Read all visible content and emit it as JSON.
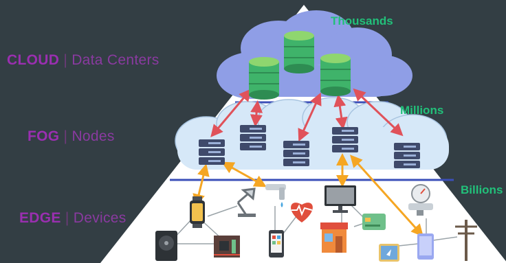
{
  "tiers": {
    "cloud": {
      "name": "CLOUD",
      "separator": "|",
      "desc": "Data Centers",
      "count": "Thousands"
    },
    "fog": {
      "name": "FOG",
      "separator": "|",
      "desc": "Nodes",
      "count": "Millions"
    },
    "edge": {
      "name": "EDGE",
      "separator": "|",
      "desc": "Devices",
      "count": "Billions"
    }
  },
  "colors": {
    "background": "#333e44",
    "pyramid": "#ffffff",
    "tier_divider": "#3b4fb8",
    "cloud_fill": "#8f9ee6",
    "fog_fill": "#d6e8f8",
    "database": "#3fb36a",
    "label_purple": "#9a2fb0",
    "count_green": "#22c07a",
    "cloud_fog_arrow": "#e0525a",
    "fog_edge_arrow": "#f5a623",
    "device_link": "#9aa3a8"
  },
  "icons": {
    "databases": [
      "database-icon",
      "database-icon",
      "database-icon"
    ],
    "servers": [
      "server-icon",
      "server-icon",
      "server-icon",
      "server-icon",
      "server-icon"
    ],
    "devices": [
      "smartwatch-icon",
      "desk-lamp-icon",
      "faucet-icon",
      "heart-monitor-icon",
      "monitor-icon",
      "credit-card-icon",
      "storefront-icon",
      "pressure-gauge-icon",
      "smartphone-icon",
      "power-pole-icon",
      "tablet-icon",
      "hard-drive-icon",
      "circuit-board-icon"
    ]
  }
}
